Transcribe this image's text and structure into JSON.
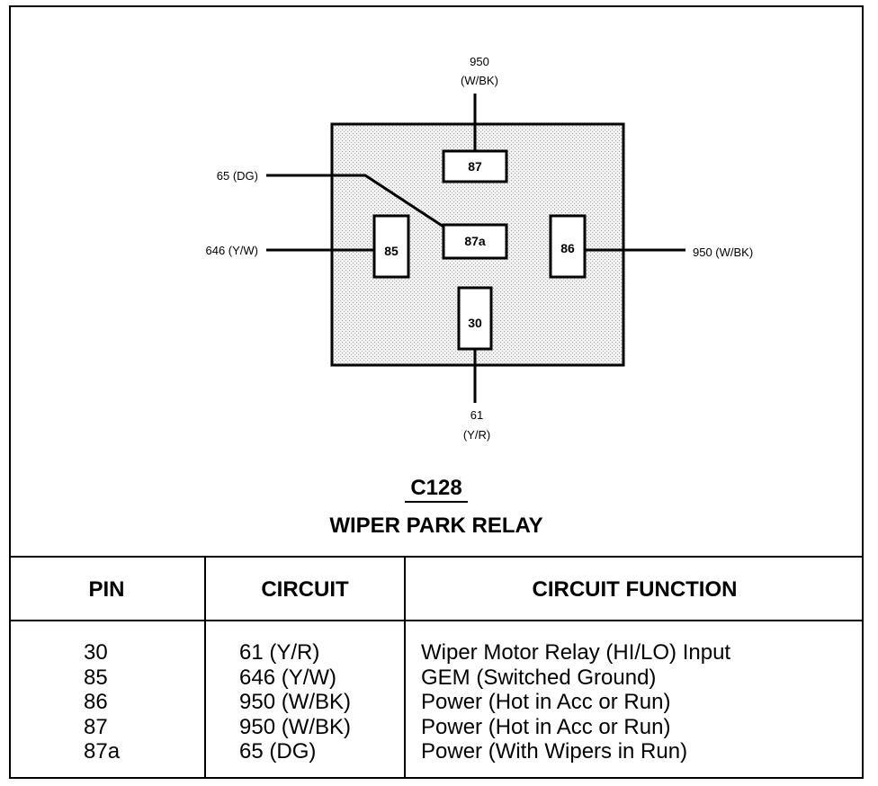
{
  "connector": {
    "id": "C128",
    "name": "WIPER PARK RELAY",
    "pins": [
      {
        "label": "87",
        "wire": "950",
        "color": "(W/BK)"
      },
      {
        "label": "87a",
        "wire": "65 (DG)"
      },
      {
        "label": "85",
        "wire": "646 (Y/W)"
      },
      {
        "label": "86",
        "wire": "950 (W/BK)"
      },
      {
        "label": "30",
        "wire": "61",
        "color": "(Y/R)"
      }
    ]
  },
  "table": {
    "headers": {
      "pin": "PIN",
      "circuit": "CIRCUIT",
      "function": "CIRCUIT FUNCTION"
    },
    "rows": [
      {
        "pin": "30",
        "circuit": "61 (Y/R)",
        "function": "Wiper Motor Relay (HI/LO) Input"
      },
      {
        "pin": "85",
        "circuit": "646 (Y/W)",
        "function": "GEM (Switched Ground)"
      },
      {
        "pin": "86",
        "circuit": "950 (W/BK)",
        "function": "Power (Hot in Acc or Run)"
      },
      {
        "pin": "87",
        "circuit": "950 (W/BK)",
        "function": "Power (Hot in Acc or Run)"
      },
      {
        "pin": "87a",
        "circuit": "65 (DG)",
        "function": "Power (With Wipers in Run)"
      }
    ]
  }
}
